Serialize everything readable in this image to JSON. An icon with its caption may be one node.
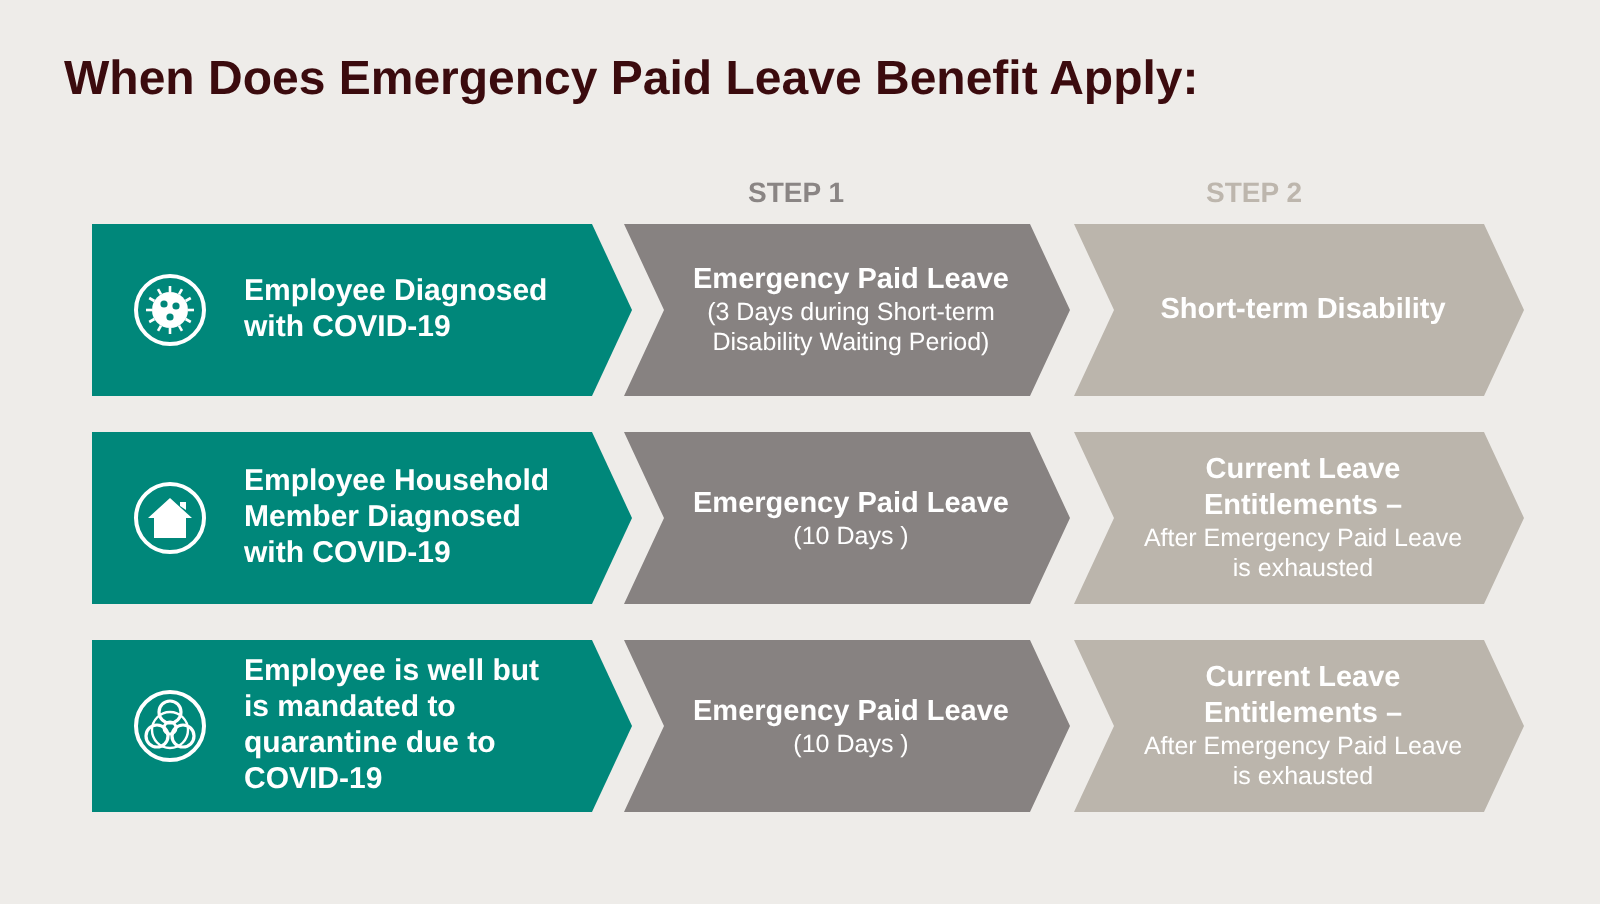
{
  "diagram": {
    "title": "When Does Emergency Paid Leave Benefit Apply:",
    "nodes": [
      {
        "text": [
          "Employee Diagnosed with COVID-19"
        ]
      },
      {
        "text": [
          "Emergency Paid Leave",
          "(3 Days during Short-term Disability Waiting Period)"
        ]
      },
      {
        "text": [
          "Short-term Disability"
        ]
      },
      {
        "text": [
          "Employee Household Member Diagnosed with COVID-19"
        ]
      },
      {
        "text": [
          "Emergency Paid Leave",
          "(10 Days )"
        ]
      },
      {
        "text": [
          "Current Leave Entitlements –",
          "After Emergency Paid Leave is exhausted"
        ]
      },
      {
        "text": [
          "Employee is well but is mandated to quarantine due to COVID-19"
        ]
      },
      {
        "text": [
          "Emergency Paid Leave",
          "(10 Days )"
        ]
      },
      {
        "text": [
          "Current Leave Entitlements –",
          "After Emergency Paid Leave is exhausted"
        ]
      }
    ],
    "labels": [
      "STEP 1",
      "STEP 2"
    ]
  }
}
